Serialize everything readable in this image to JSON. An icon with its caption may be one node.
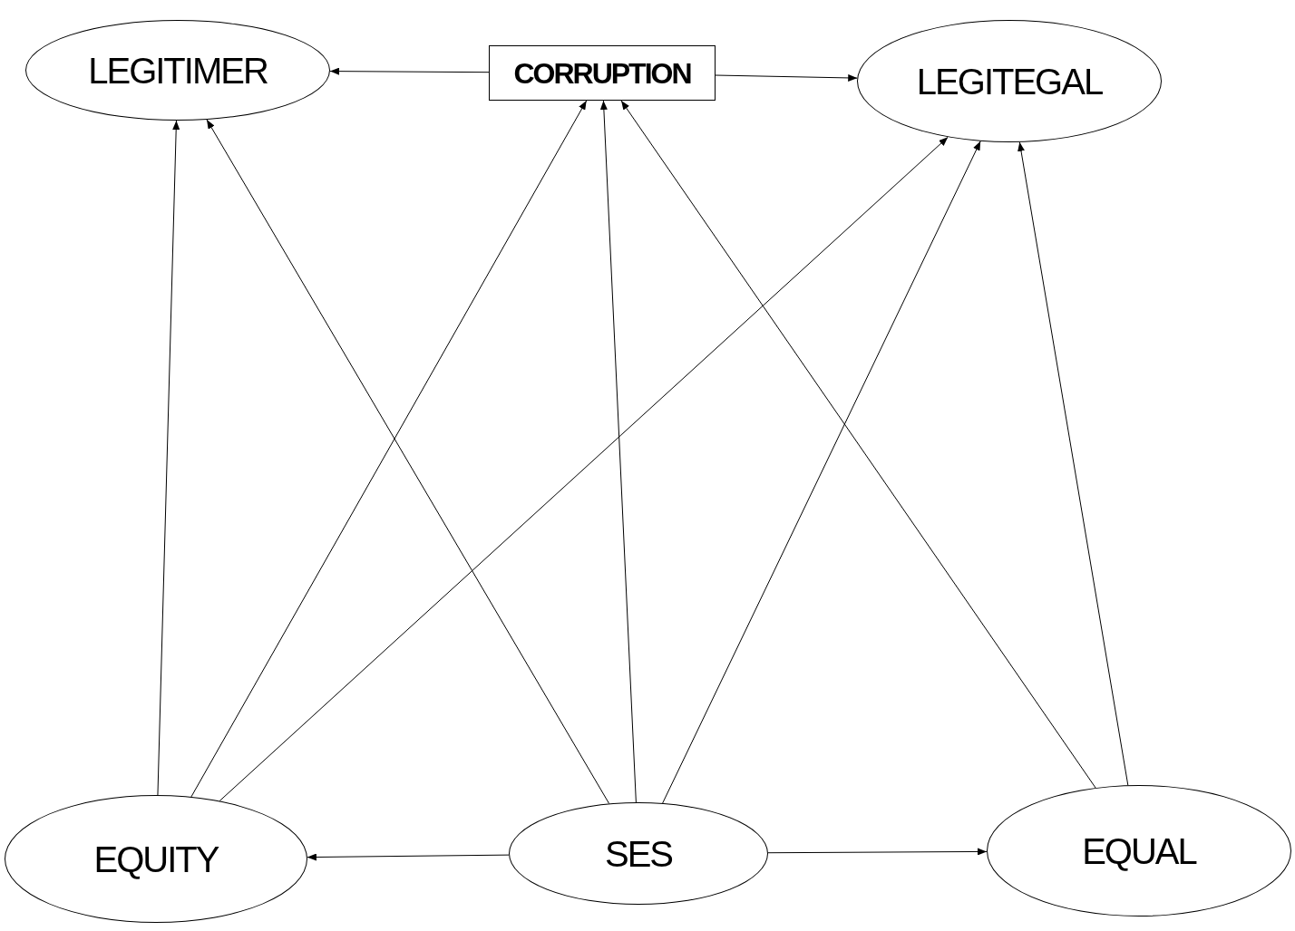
{
  "diagram": {
    "nodes": [
      {
        "text": [
          "LEGITIMER"
        ]
      },
      {
        "text": [
          "CORRUPTION"
        ]
      },
      {
        "text": [
          "LEGITEGAL"
        ]
      },
      {
        "text": [
          "EQUITY"
        ]
      },
      {
        "text": [
          "SES"
        ]
      },
      {
        "text": [
          "EQUAL"
        ]
      }
    ],
    "edges": [
      {
        "from": 1,
        "to": 0,
        "arrow": "to"
      },
      {
        "from": 1,
        "to": 2,
        "arrow": "to"
      },
      {
        "from": 3,
        "to": 0,
        "arrow": "to"
      },
      {
        "from": 3,
        "to": 1,
        "arrow": "to"
      },
      {
        "from": 3,
        "to": 2,
        "arrow": "to"
      },
      {
        "from": 4,
        "to": 0,
        "arrow": "to"
      },
      {
        "from": 4,
        "to": 1,
        "arrow": "to"
      },
      {
        "from": 4,
        "to": 2,
        "arrow": "to"
      },
      {
        "from": 4,
        "to": 3,
        "arrow": "to"
      },
      {
        "from": 4,
        "to": 5,
        "arrow": "to"
      },
      {
        "from": 5,
        "to": 1,
        "arrow": "to"
      },
      {
        "from": 5,
        "to": 2,
        "arrow": "to"
      }
    ]
  }
}
